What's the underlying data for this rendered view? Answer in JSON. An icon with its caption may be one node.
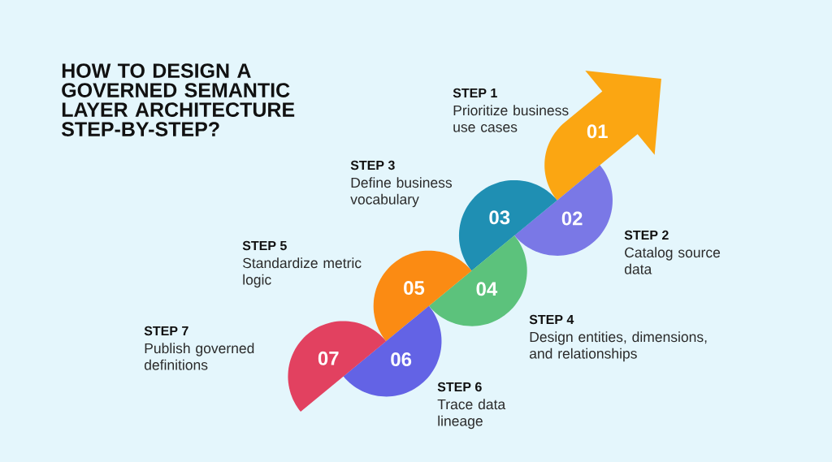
{
  "diagram": {
    "title": "HOW TO DESIGN A GOVERNED SEMANTIC LAYER ARCHITECTURE STEP-BY-STEP?",
    "nodes": [
      {
        "text": [
          "01"
        ],
        "beside": [
          "STEP 1",
          "Prioritize business use cases"
        ]
      },
      {
        "text": [
          "02"
        ],
        "beside": [
          "STEP 2",
          "Catalog source data"
        ]
      },
      {
        "text": [
          "03"
        ],
        "beside": [
          "STEP 3",
          "Define business vocabulary"
        ]
      },
      {
        "text": [
          "04"
        ],
        "beside": [
          "STEP 4",
          "Design entities, dimensions, and relationships"
        ]
      },
      {
        "text": [
          "05"
        ],
        "beside": [
          "STEP 5",
          "Standardize metric logic"
        ]
      },
      {
        "text": [
          "06"
        ],
        "beside": [
          "STEP 6",
          "Trace data lineage"
        ]
      },
      {
        "text": [
          "07"
        ],
        "beside": [
          "STEP 7",
          "Publish governed definitions"
        ]
      }
    ]
  }
}
